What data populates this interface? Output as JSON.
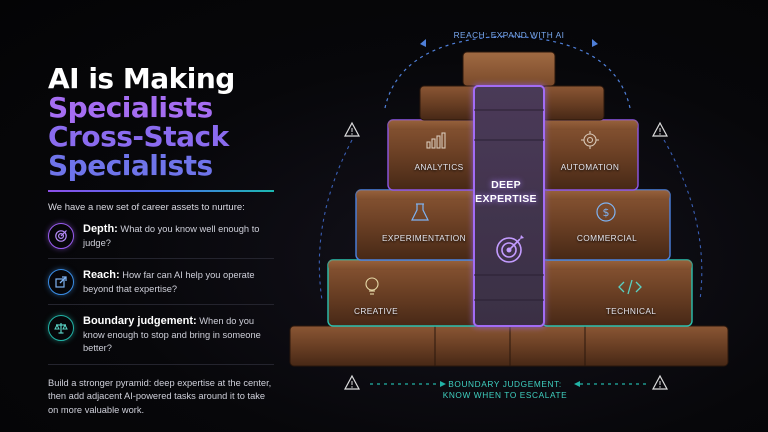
{
  "title": {
    "line1": "AI is Making",
    "line2": "Specialists",
    "line3": "Cross-Stack",
    "line4": "Specialists"
  },
  "intro": "We have a new set of career assets to nurture:",
  "assets": [
    {
      "heading": "Depth:",
      "text": "What do you know well enough to judge?",
      "icon": "target-icon",
      "color": "#9a5cf0"
    },
    {
      "heading": "Reach:",
      "text": "How far can AI help you operate beyond that expertise?",
      "icon": "arrow-out-icon",
      "color": "#3a8de6"
    },
    {
      "heading": "Boundary judgement:",
      "text": "When do you know enough to stop and bring in someone better?",
      "icon": "scales-icon",
      "color": "#22b3a6"
    }
  ],
  "outro": "Build a stronger pyramid: deep expertise at the center, then add adjacent AI-powered tasks around it to take on more valuable work.",
  "pyramid": {
    "center": "DEEP EXPERTISE",
    "center_line1": "DEEP",
    "center_line2": "EXPERTISE",
    "blocks": [
      {
        "label": "ANALYTICS",
        "icon": "bar-chart-icon"
      },
      {
        "label": "AUTOMATION",
        "icon": "gear-icon"
      },
      {
        "label": "EXPERIMENTATION",
        "icon": "flask-icon"
      },
      {
        "label": "COMMERCIAL",
        "icon": "dollar-icon"
      },
      {
        "label": "CREATIVE",
        "icon": "lightbulb-icon"
      },
      {
        "label": "TECHNICAL",
        "icon": "code-icon"
      }
    ]
  },
  "reach_label": "REACH: EXPAND WITH AI",
  "boundary_label_1": "BOUNDARY JUDGEMENT:",
  "boundary_label_2": "KNOW WHEN TO ESCALATE",
  "colors": {
    "purple": "#9a5cf0",
    "blue": "#3a8de6",
    "teal": "#22b3a6",
    "wood": "#6b4027"
  }
}
